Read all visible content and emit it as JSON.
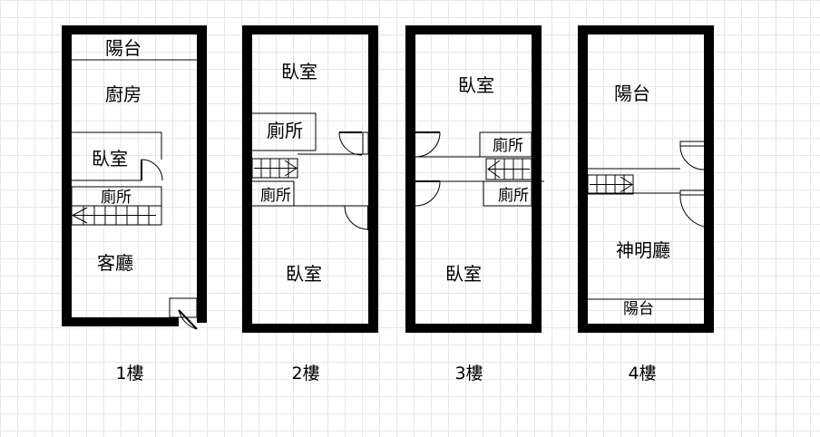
{
  "floors": [
    {
      "caption": "1樓",
      "rooms": {
        "balcony": "陽台",
        "kitchen": "廚房",
        "bedroom": "臥室",
        "toilet": "廁所",
        "living": "客廳"
      }
    },
    {
      "caption": "2樓",
      "rooms": {
        "bedroom_front": "臥室",
        "toilet_a": "廁所",
        "toilet_b": "廁所",
        "bedroom_back": "臥室"
      }
    },
    {
      "caption": "3樓",
      "rooms": {
        "bedroom_front": "臥室",
        "toilet_a": "廁所",
        "toilet_b": "廁所",
        "bedroom_back": "臥室"
      }
    },
    {
      "caption": "4樓",
      "rooms": {
        "balcony_front": "陽台",
        "shrine_hall": "神明廳",
        "balcony_back": "陽台"
      }
    }
  ],
  "colors": {
    "wall": "#000000",
    "grid": "#e6e6e6",
    "background": "#ffffff"
  }
}
